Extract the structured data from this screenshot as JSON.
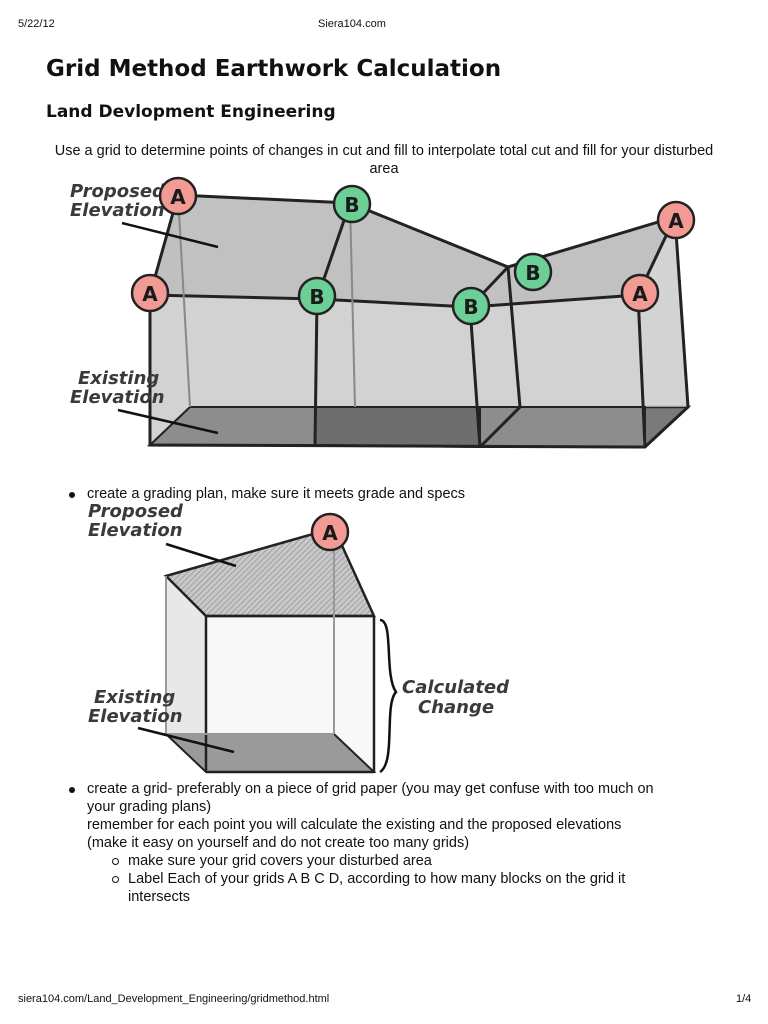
{
  "header": {
    "date": "5/22/12",
    "site": "Siera104.com"
  },
  "title": "Grid Method Earthwork Calculation",
  "subtitle": "Land Devlopment Engineering",
  "intro": "Use a grid to determine points of changes in cut and fill to interpolate total cut and fill for your disturbed area",
  "figure1": {
    "label_proposed_1": "Proposed",
    "label_proposed_2": "Elevation",
    "label_existing_1": "Existing",
    "label_existing_2": "Elevation",
    "node_a": "A",
    "node_b": "B",
    "colors": {
      "node_a": "#f29a94",
      "node_b": "#6ccf96"
    }
  },
  "bullets": {
    "item1": "create a grading plan, make sure it meets grade and specs",
    "item2_line1": "create a grid- preferably on a piece of grid paper (you may get confuse with too much on",
    "item2_line2": "your grading plans)",
    "item2_line3": "remember for each point you will calculate the existing and the proposed elevations",
    "item2_line4": "(make it easy on yourself and do not create too many grids)",
    "sub1": "make sure your grid covers your disturbed area",
    "sub2_line1": "Label Each of your grids A B C D, according to how many blocks on the grid it",
    "sub2_line2": "intersects"
  },
  "figure2": {
    "label_proposed_1": "Proposed",
    "label_proposed_2": "Elevation",
    "label_existing_1": "Existing",
    "label_existing_2": "Elevation",
    "label_change_1": "Calculated",
    "label_change_2": "Change",
    "node_a": "A"
  },
  "footer": {
    "url": "siera104.com/Land_Development_Engineering/gridmethod.html",
    "page": "1/4"
  }
}
